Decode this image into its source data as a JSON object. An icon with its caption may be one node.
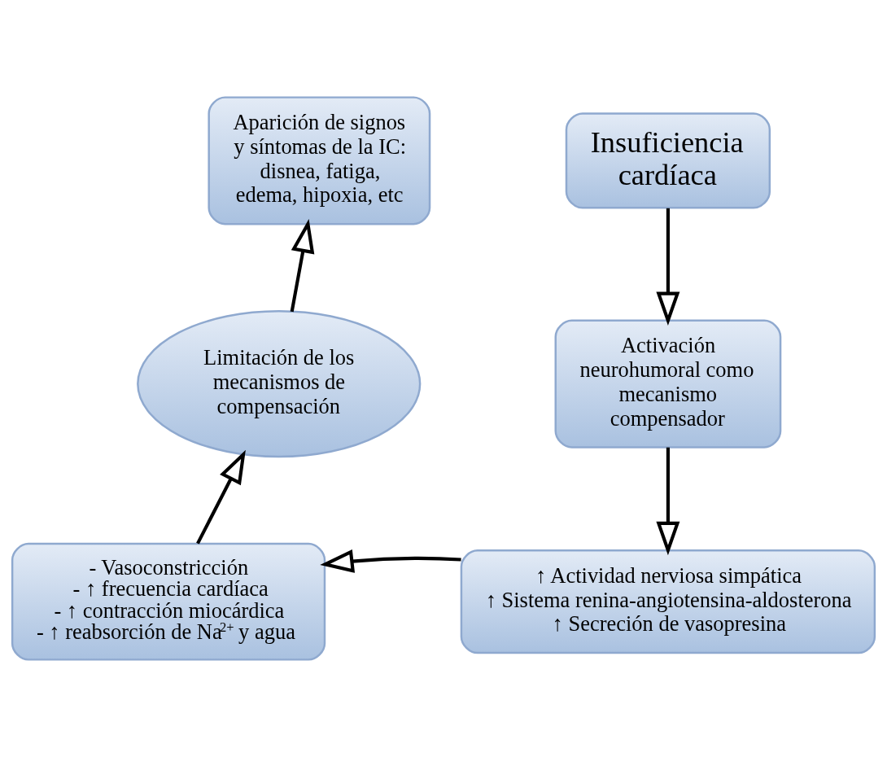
{
  "diagram": {
    "nodes": [
      {
        "text": [
          "Insuficiencia cardíaca"
        ]
      },
      {
        "text": [
          "Activación neurohumoral como mecanismo compensador"
        ]
      },
      {
        "text": [
          "↑ Actividad nerviosa simpática",
          "↑ Sistema renina-angiotensina-aldosterona",
          "↑ Secreción de vasopresina"
        ]
      },
      {
        "text": [
          "- Vasoconstricción",
          "- ↑ frecuencia cardíaca",
          "- ↑ contracción miocárdica",
          "- ↑ reabsorción de Na$^{2+}$ y agua"
        ]
      },
      {
        "text": [
          "Limitación de los mecanismos de compensación"
        ]
      },
      {
        "text": [
          "Aparición de signos y síntomas de la IC: disnea, fatiga, edema, hipoxia, etc"
        ]
      }
    ],
    "edges": [
      {
        "from": 0,
        "to": 1,
        "arrow": "to"
      },
      {
        "from": 1,
        "to": 2,
        "arrow": "to"
      },
      {
        "from": 2,
        "to": 3,
        "arrow": "to"
      },
      {
        "from": 3,
        "to": 4,
        "arrow": "to"
      },
      {
        "from": 4,
        "to": 5,
        "arrow": "to"
      }
    ]
  }
}
